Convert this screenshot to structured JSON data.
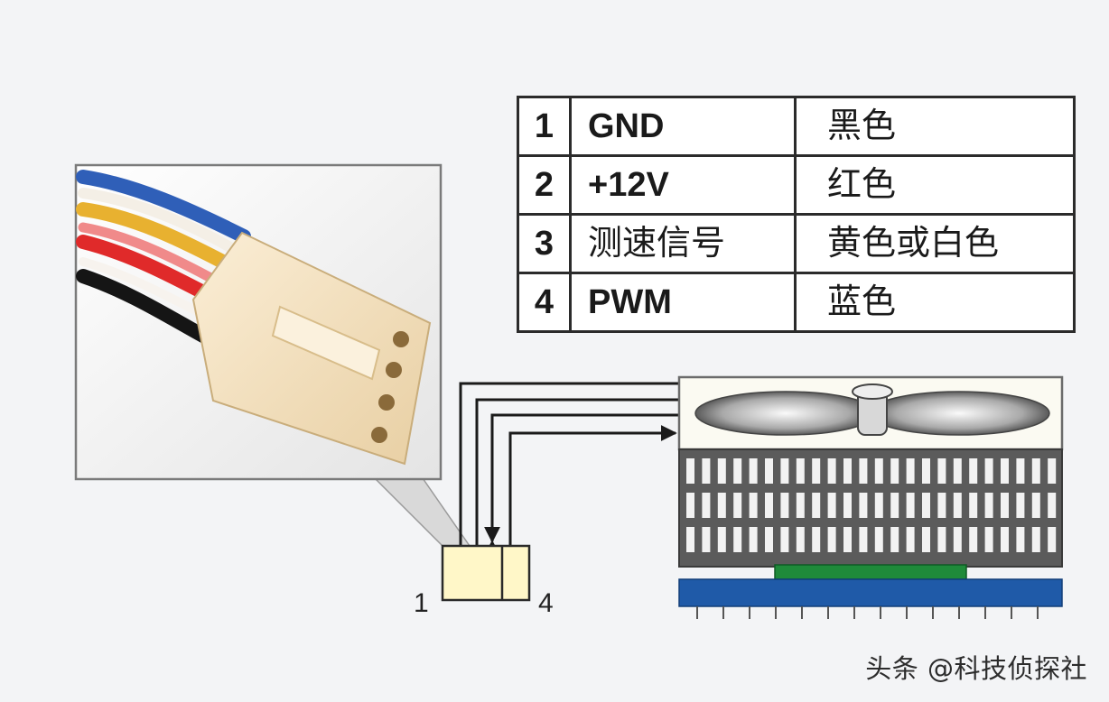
{
  "pin_table": {
    "rows": [
      {
        "pin": "1",
        "signal": "GND",
        "wire": "黑色"
      },
      {
        "pin": "2",
        "signal": "+12V",
        "wire": "红色"
      },
      {
        "pin": "3",
        "signal": "测速信号",
        "wire": "黄色或白色"
      },
      {
        "pin": "4",
        "signal": "PWM",
        "wire": "蓝色"
      }
    ]
  },
  "connector_pins": {
    "left": "1",
    "right": "4"
  },
  "wire_colors": {
    "blue": "#2f5fb8",
    "yellow": "#e8b130",
    "white": "#f4efe6",
    "red": "#e02a2a",
    "pink": "#f08a8a",
    "black": "#151515"
  },
  "colors": {
    "heatsink_base": "#1f5aa8",
    "pcb": "#1f8a3a",
    "connector_plug": "#f5e2c0",
    "socket": "#fff7c8"
  },
  "watermark": "头条 @科技侦探社"
}
